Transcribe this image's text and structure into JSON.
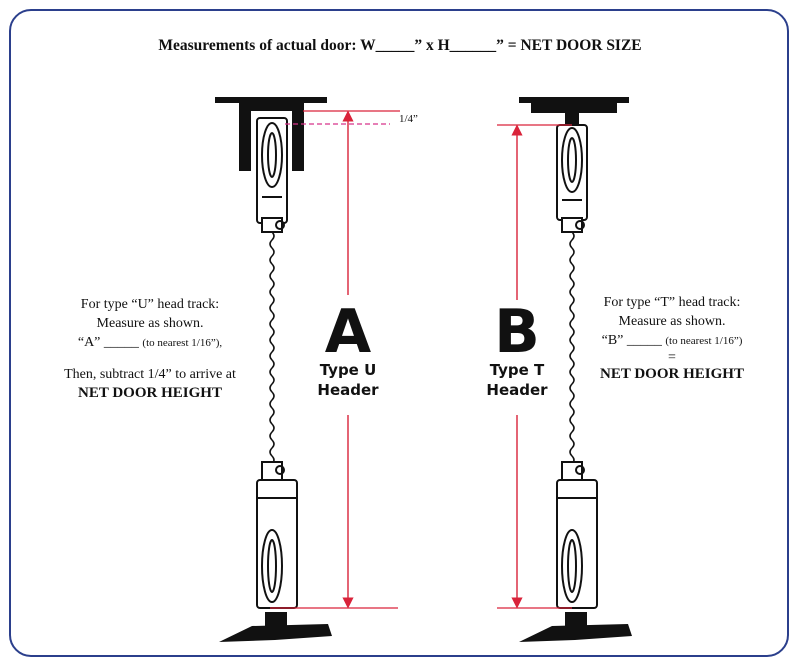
{
  "title": "Measurements of actual door:  W_____” x H______”  = NET DOOR SIZE",
  "left_panel": {
    "letter": "A",
    "type_label": "Type U",
    "header_label": "Header",
    "quarter_label": "1/4”",
    "note_line1": "For type “U” head track:",
    "note_line2": "Measure as shown.",
    "note_line3_main": "“A” _____",
    "note_line3_small": "(to nearest 1/16”),",
    "note_line4": "Then, subtract 1/4” to arrive at",
    "note_line5": "NET DOOR HEIGHT"
  },
  "right_panel": {
    "letter": "B",
    "type_label": "Type T",
    "header_label": "Header",
    "note_line1": "For type “T” head track:",
    "note_line2": "Measure as shown.",
    "note_line3_main": "“B” _____",
    "note_line3_small": "(to nearest 1/16”)",
    "note_line4": "=",
    "note_line5": "NET DOOR HEIGHT"
  },
  "colors": {
    "border": "#2b3f8c",
    "measure_line": "#d9233a",
    "dashed_line": "#d6338a",
    "hardware": "#111111"
  }
}
